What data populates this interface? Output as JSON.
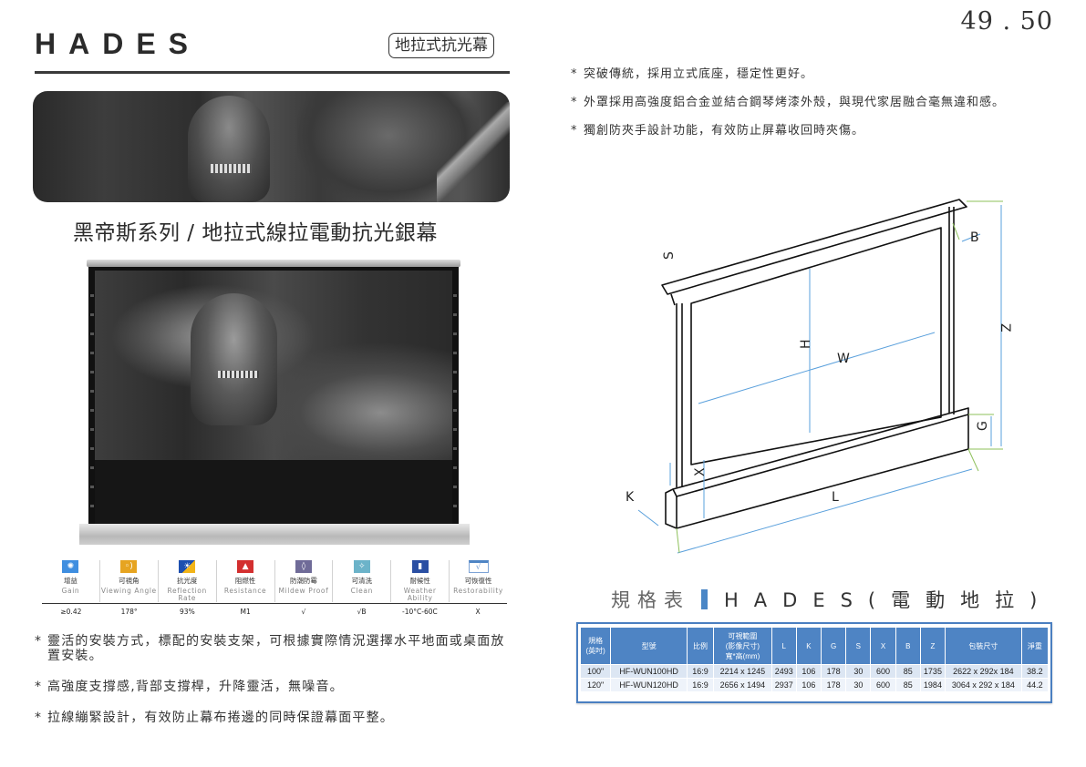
{
  "page": {
    "number": "49 . 50"
  },
  "header": {
    "brand": "HADES",
    "category_tag": "地拉式抗光幕"
  },
  "banner": {
    "image_alt": "dark-knight-helmet-artwork-banner"
  },
  "series_title": "黑帝斯系列 / 地拉式線拉電動抗光銀幕",
  "product_image": {
    "image_alt": "floor-rising-projector-screen-with-knight-artwork"
  },
  "features": [
    {
      "icon": "gain-icon",
      "icon_color": "#3f8ee0",
      "icon_glyph": "✺",
      "cn": "增益",
      "en": "Gain",
      "value": "≥0.42"
    },
    {
      "icon": "viewing-angle-icon",
      "icon_color": "#e6a421",
      "icon_glyph": "◦)",
      "cn": "可視角",
      "en": "Viewing Angle",
      "value": "178°"
    },
    {
      "icon": "anti-light-icon",
      "icon_color": "#1d4fb0",
      "icon_glyph": "☀",
      "cn": "抗光度",
      "en": "Reflection Rate",
      "value": "93%"
    },
    {
      "icon": "flame-resistance-icon",
      "icon_color": "#d32f2f",
      "icon_glyph": "▲",
      "cn": "阻燃性",
      "en": "Resistance",
      "value": "M1"
    },
    {
      "icon": "mildew-proof-icon",
      "icon_color": "#6f6b98",
      "icon_glyph": "◊",
      "cn": "防潮防霉",
      "en": "Mildew Proof",
      "value": "√"
    },
    {
      "icon": "washable-icon",
      "icon_color": "#6cb3c9",
      "icon_glyph": "✧",
      "cn": "可清洗",
      "en": "Clean",
      "value": "√B"
    },
    {
      "icon": "thermometer-icon",
      "icon_color": "#2a4fa3",
      "icon_glyph": "▮",
      "cn": "耐候性",
      "en": "Weather Ability",
      "value": "-10°C-60C"
    },
    {
      "icon": "restorability-icon",
      "icon_color": "#ffffff",
      "icon_glyph": "√",
      "cn": "可恢復性",
      "en": "Restorability",
      "value": "X"
    }
  ],
  "bullets_left": [
    "靈活的安裝方式，標配的安裝支架，可根據實際情況選擇水平地面或桌面放置安裝。",
    "高強度支撐感,背部支撐桿，升降靈活，無噪音。",
    "拉線繃緊設計，有效防止幕布捲邊的同時保證幕面平整。"
  ],
  "bullets_right": [
    "突破傳統，採用立式底座，穩定性更好。",
    "外罩採用高強度鋁合金並結合鋼琴烤漆外殼，與現代家居融合毫無違和感。",
    "獨創防夾手設計功能，有效防止屏幕收回時夾傷。"
  ],
  "diagram": {
    "labels": {
      "S": "S",
      "B": "B",
      "Z": "Z",
      "H": "H",
      "W": "W",
      "G": "G",
      "X": "X",
      "K": "K",
      "L": "L"
    },
    "dimension_color": "#5aa0dc",
    "extension_color": "#8dc05a"
  },
  "spec": {
    "heading_cn": "規格表",
    "heading_model": "HADES(電動地拉)",
    "accent": "#4a86c6",
    "columns": [
      "規格\n(英吋)",
      "型號",
      "比例",
      "可視範圍\n(影像尺寸)\n寬*高(mm)",
      "L",
      "K",
      "G",
      "S",
      "X",
      "B",
      "Z",
      "包裝尺寸",
      "淨重"
    ],
    "rows": [
      [
        "100\"",
        "HF-WUN100HD",
        "16:9",
        "2214 x 1245",
        "2493",
        "106",
        "178",
        "30",
        "600",
        "85",
        "1735",
        "2622 x 292x 184",
        "38.2"
      ],
      [
        "120\"",
        "HF-WUN120HD",
        "16:9",
        "2656 x 1494",
        "2937",
        "106",
        "178",
        "30",
        "600",
        "85",
        "1984",
        "3064 x 292 x 184",
        "44.2"
      ]
    ]
  }
}
